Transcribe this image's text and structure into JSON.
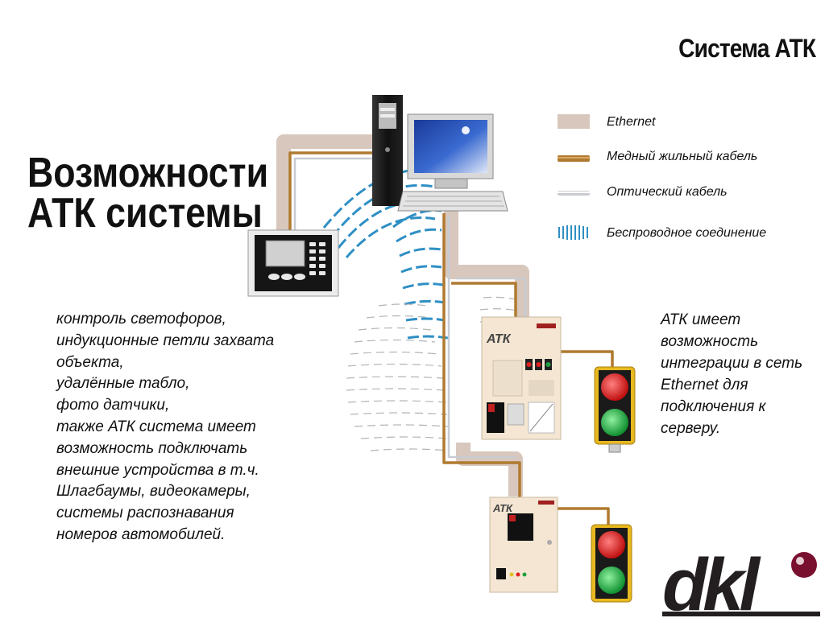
{
  "header": {
    "title": "Система АТК"
  },
  "heading": {
    "line1": "Возможности",
    "line2": "АТК системы"
  },
  "left_text": {
    "lines": [
      "контроль светофоров,",
      "индукционные петли захвата",
      "объекта,",
      "удалённые табло,",
      "фото датчики,",
      "также АТК система имеет",
      "возможность подключать",
      "внешние устройства в т.ч.",
      "Шлагбаумы, видеокамеры,",
      "системы распознавания",
      "номеров автомобилей."
    ]
  },
  "right_text": {
    "lines": [
      "АТК имеет",
      "возможность",
      "интеграции в сеть",
      "Ethernet для",
      "подключения к",
      "серверу."
    ]
  },
  "legend": {
    "items": [
      {
        "label": "Ethernet",
        "icon": "ethernet-swatch-icon"
      },
      {
        "label": "Медный жильный кабель",
        "icon": "copper-cable-swatch-icon"
      },
      {
        "label": "Оптический кабель",
        "icon": "optical-cable-swatch-icon"
      },
      {
        "label": "Беспроводное соединение",
        "icon": "wireless-swatch-icon"
      }
    ]
  },
  "devices": {
    "controller1_brand": "АТК",
    "controller2_brand": "АТК",
    "logo_text": "dkl"
  },
  "colors": {
    "ethernet": "#d8c7bd",
    "copper": "#b07a30",
    "optical": "#c8ccd2",
    "wireless": "#2f8fc4",
    "logo_dark": "#231f20",
    "logo_accent": "#7a1030",
    "light_red": "#e02020",
    "light_green": "#20a040",
    "light_housing": "#e8b820"
  }
}
